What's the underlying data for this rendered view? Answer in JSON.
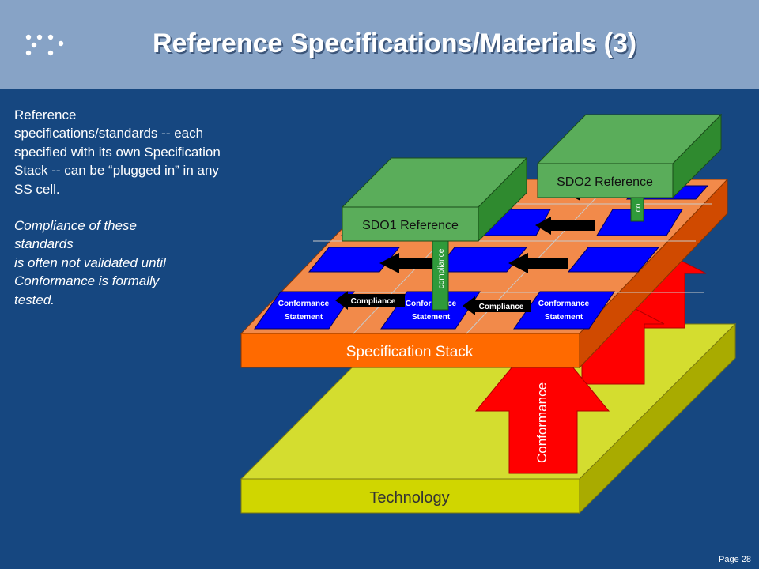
{
  "slide": {
    "title": "Reference Specifications/Materials (3)",
    "page_label": "Page 28"
  },
  "text": {
    "p1": "Reference specifications/standards -- each specified with its own Specification Stack -- can be “plugged in” in any SS cell.",
    "p2_lines": [
      "Compliance of these",
      "standards",
      "is often not validated until",
      "Conformance is formally",
      "tested."
    ]
  },
  "diagram": {
    "technology_label": "Technology",
    "conformance_label": "Conformance",
    "spec_stack_label": "Specification Stack",
    "sdo1_label": "SDO1 Reference",
    "sdo2_label": "SDO2 Reference",
    "compliance_vertical_label": "compliance",
    "compliance_vertical_label_partial": "co",
    "compliance_arrow_1": "Compliance",
    "compliance_arrow_2": "Compliance",
    "conf_stmt_line1": "Conformance",
    "conf_stmt_line2": "Statement",
    "colors": {
      "background": "#164780",
      "header": "#87a3c6",
      "technology": "#d4dd2f",
      "spec_stack": "#ff6a00",
      "conformance_arrow": "#ff0000",
      "cell": "#0000ff",
      "sdo_box": "#5aad5a"
    }
  }
}
